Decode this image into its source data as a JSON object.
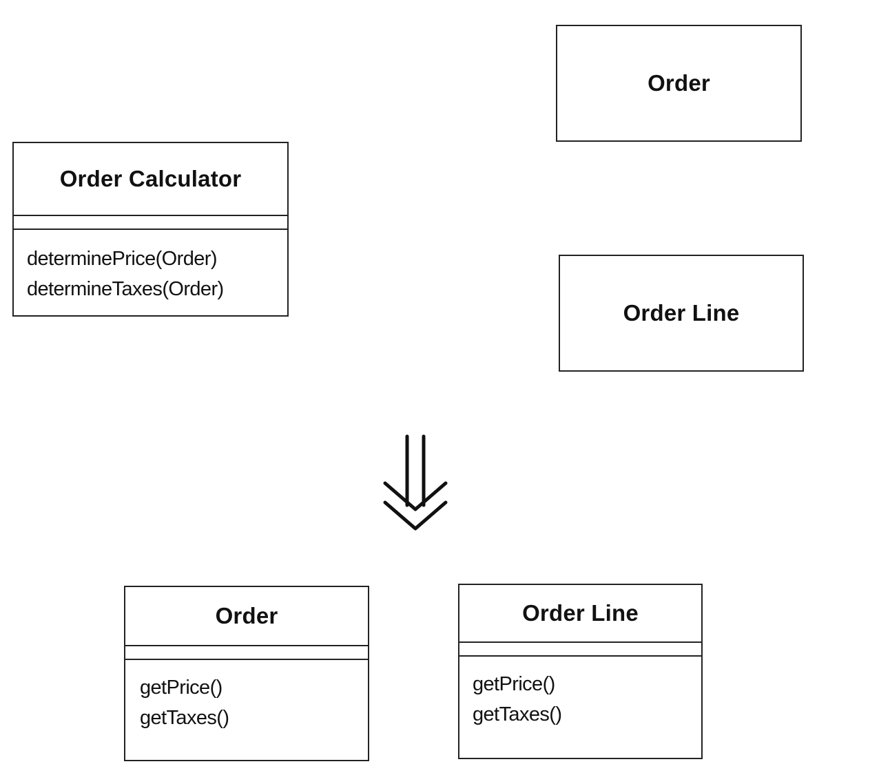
{
  "before": {
    "calculator": {
      "name": "Order Calculator",
      "operations": [
        "determinePrice(Order)",
        "determineTaxes(Order)"
      ]
    },
    "order": {
      "name": "Order"
    },
    "order_line": {
      "name": "Order Line"
    }
  },
  "after": {
    "order": {
      "name": "Order",
      "operations": [
        "getPrice()",
        "getTaxes()"
      ]
    },
    "order_line": {
      "name": "Order Line",
      "operations": [
        "getPrice()",
        "getTaxes()"
      ]
    }
  }
}
